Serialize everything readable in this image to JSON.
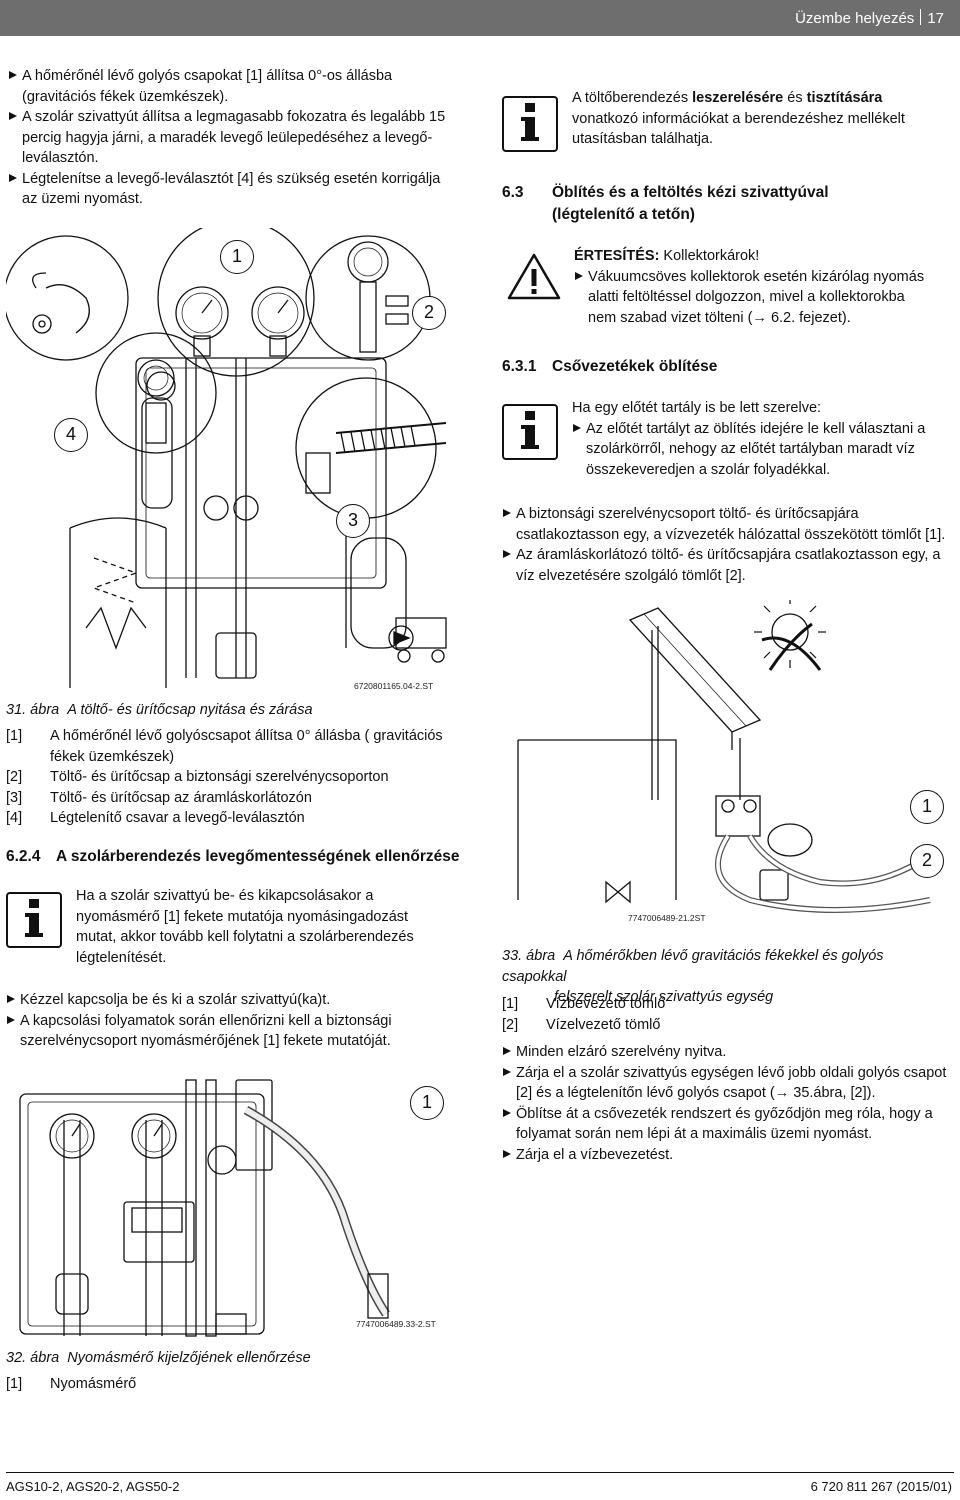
{
  "header": {
    "section": "Üzembe helyezés",
    "page": "17"
  },
  "left_top": [
    "A hőmérőnél lévő golyós csapokat [1] állítsa 0°-os állásba (gravitációs fékek üzemkészek).",
    "A szolár szivattyút állítsa a legmagasabb fokozatra és legalább 15 percig hagyja járni, a maradék levegő leülepedéséhez a levegő-leválasztón.",
    "Légtelenítse a levegő-leválasztót [4] és szükség esetén korrigálja az üzemi nyomást."
  ],
  "fig31": {
    "code": "6720801165.04-2.ST",
    "callouts": [
      "1",
      "2",
      "3",
      "4"
    ],
    "caption_num": "31. ábra",
    "caption": "A töltő- és ürítőcsap nyitása és zárása",
    "legend": [
      {
        "key": "[1]",
        "text": "A hőmérőnél lévő golyóscsapot állítsa 0° állásba ( gravitációs fékek üzemkészek)"
      },
      {
        "key": "[2]",
        "text": "Töltő- és ürítőcsap a biztonsági szerelvénycsoporton"
      },
      {
        "key": "[3]",
        "text": "Töltő- és ürítőcsap az áramláskorlátozón"
      },
      {
        "key": "[4]",
        "text": "Légtelenítő csavar a levegő-leválasztón"
      }
    ]
  },
  "sec624": {
    "num": "6.2.4",
    "title": "A szolárberendezés levegőmentességének ellenőrzése",
    "info": "Ha a szolár szivattyú be- és kikapcsolásakor a nyomásmérő [1] fekete mutatója nyomásingadozást mutat, akkor tovább kell folytatni a szolárberendezés légtelenítését.",
    "bullets": [
      "Kézzel kapcsolja be és ki a szolár szivattyú(ka)t.",
      "A kapcsolási folyamatok során ellenőrizni kell a biztonsági szerelvénycsoport nyomásmérőjének [1] fekete mutatóját."
    ]
  },
  "fig32": {
    "code": "7747006489.33-2.ST",
    "callout": "1",
    "caption_num": "32. ábra",
    "caption": "Nyomásmérő kijelzőjének ellenőrzése",
    "legend": [
      {
        "key": "[1]",
        "text": "Nyomásmérő"
      }
    ]
  },
  "right_info1": {
    "pre": "A töltőberendezés ",
    "bold1": "leszerelésére",
    "mid": " és ",
    "bold2": "tisztítására",
    "post": " vonatkozó információkat a berendezéshez mellékelt utasításban találhatja."
  },
  "sec63": {
    "num": "6.3",
    "title_l1": "Öblítés és a feltöltés kézi szivattyúval",
    "title_l2": "(légtelenítő a tetőn)"
  },
  "warning": {
    "label": "ÉRTESÍTÉS:",
    "title": " Kollektorkárok!",
    "text": "Vákuumcsöves kollektorok esetén kizárólag nyomás alatti feltöltéssel dolgozzon, mivel a kollektorokba nem szabad vizet tölteni (→ 6.2. fejezet)."
  },
  "sec631": {
    "num": "6.3.1",
    "title": "Csővezetékek öblítése"
  },
  "right_info2": {
    "line": "Ha egy előtét tartály is be lett szerelve:",
    "bullet": "Az előtét tartályt az öblítés idejére le kell választani a szolárkörről, nehogy az előtét tartályban maradt víz összekeveredjen a szolár folyadékkal."
  },
  "right_bullets1": [
    "A biztonsági szerelvénycsoport töltő- és ürítőcsapjára csatlakoztasson egy, a vízvezeték hálózattal összekötött tömlőt [1].",
    "Az áramláskorlátozó töltő- és ürítőcsapjára csatlakoztasson egy, a víz elvezetésére szolgáló tömlőt [2]."
  ],
  "fig33": {
    "code": "7747006489-21.2ST",
    "callouts": [
      "1",
      "2"
    ],
    "caption_num": "33. ábra",
    "caption_l1": "A hőmérőkben lévő gravitációs fékekkel és golyós csapokkal",
    "caption_l2": "felszerelt szolár szivattyús egység",
    "legend": [
      {
        "key": "[1]",
        "text": "Vízbevezető tömlő"
      },
      {
        "key": "[2]",
        "text": "Vízelvezető tömlő"
      }
    ]
  },
  "right_bullets2": [
    "Minden elzáró szerelvény nyitva.",
    "Zárja el a szolár szivattyús egységen lévő jobb oldali golyós csapot [2] és a légtelenítőn lévő golyós csapot (→ 35.ábra, [2]).",
    "Öblítse át a csővezeték rendszert és győződjön meg róla, hogy a folyamat során nem lépi át a maximális üzemi nyomást.",
    "Zárja el a vízbevezetést."
  ],
  "footer": {
    "left": "AGS10-2, AGS20-2, AGS50-2",
    "right": "6 720 811 267 (2015/01)"
  }
}
